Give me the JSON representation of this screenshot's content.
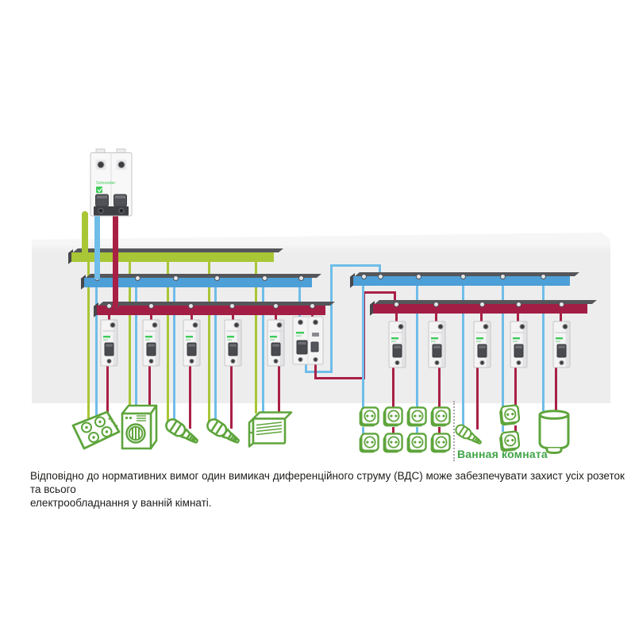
{
  "palette": {
    "panel": "#ededee",
    "panel-top": "#f6f6f7",
    "bar-top": "#55565a",
    "bar-end": "#46474b",
    "green": "#a9c636",
    "blue": "#6fbde9",
    "blue-bar": "#4d9fd7",
    "red": "#a92045",
    "red-bar": "#a31e45",
    "icon-green": "#5ea53c",
    "label-green": "#41a447",
    "text-color": "#1d1d1b",
    "brand-green": "#3dcd58"
  },
  "main_breaker": {
    "brand": "Schneider"
  },
  "bathroom": {
    "label": "Ванная комната"
  },
  "caption": {
    "line1": "Відповідно до нормативних вимог один вимикач диференційного струму (ВДС) може забезпечувати захист усіх розеток та всього",
    "line2": "електрообладнання у ванній кімнаті."
  },
  "components": {
    "icons": [
      "schneider-logo",
      "main-breaker-icon",
      "circuit-breaker-icon",
      "rcd-breaker-icon",
      "cooktop-icon",
      "washing-machine-icon",
      "cfl-lamp-icon",
      "convector-heater-icon",
      "socket-icon",
      "water-heater-icon"
    ],
    "busbars": [
      "pe-busbar-left",
      "neutral-busbar-left",
      "line-busbar-left",
      "neutral-busbar-right",
      "line-busbar-right"
    ],
    "left_breaker_count": 5,
    "right_breaker_count": 5,
    "loads_left": [
      "cooktop",
      "washing-machine",
      "cfl-lamp",
      "cfl-lamp",
      "convector-heater"
    ],
    "loads_right": [
      "socket-group-4",
      "socket-group-4",
      "cfl-lamp",
      "socket-group-2",
      "water-heater"
    ]
  }
}
